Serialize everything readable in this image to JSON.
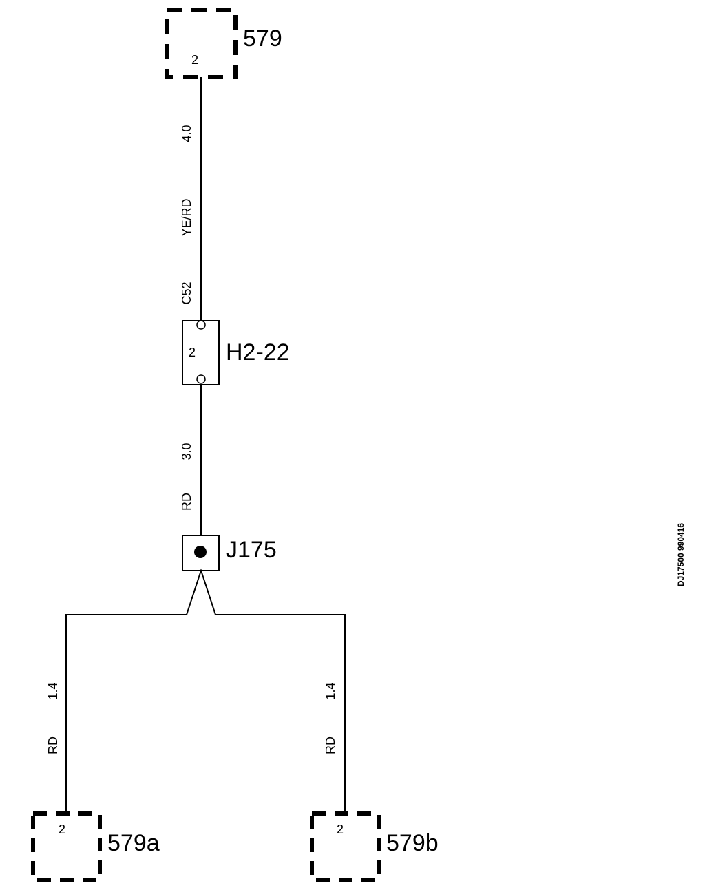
{
  "connectors": {
    "top": {
      "id": "579",
      "pin": "2"
    },
    "left": {
      "id": "579a",
      "pin": "2"
    },
    "right": {
      "id": "579b",
      "pin": "2"
    }
  },
  "inline_connector": {
    "id": "H2-22",
    "pin": "2"
  },
  "splice": {
    "id": "J175"
  },
  "wires": {
    "top": {
      "size": "4.0",
      "color": "YE/RD",
      "circuit": "C52"
    },
    "mid": {
      "size": "3.0",
      "color": "RD"
    },
    "left": {
      "size": "1.4",
      "color": "RD"
    },
    "right": {
      "size": "1.4",
      "color": "RD"
    }
  },
  "reference": "DJ17500 990416"
}
